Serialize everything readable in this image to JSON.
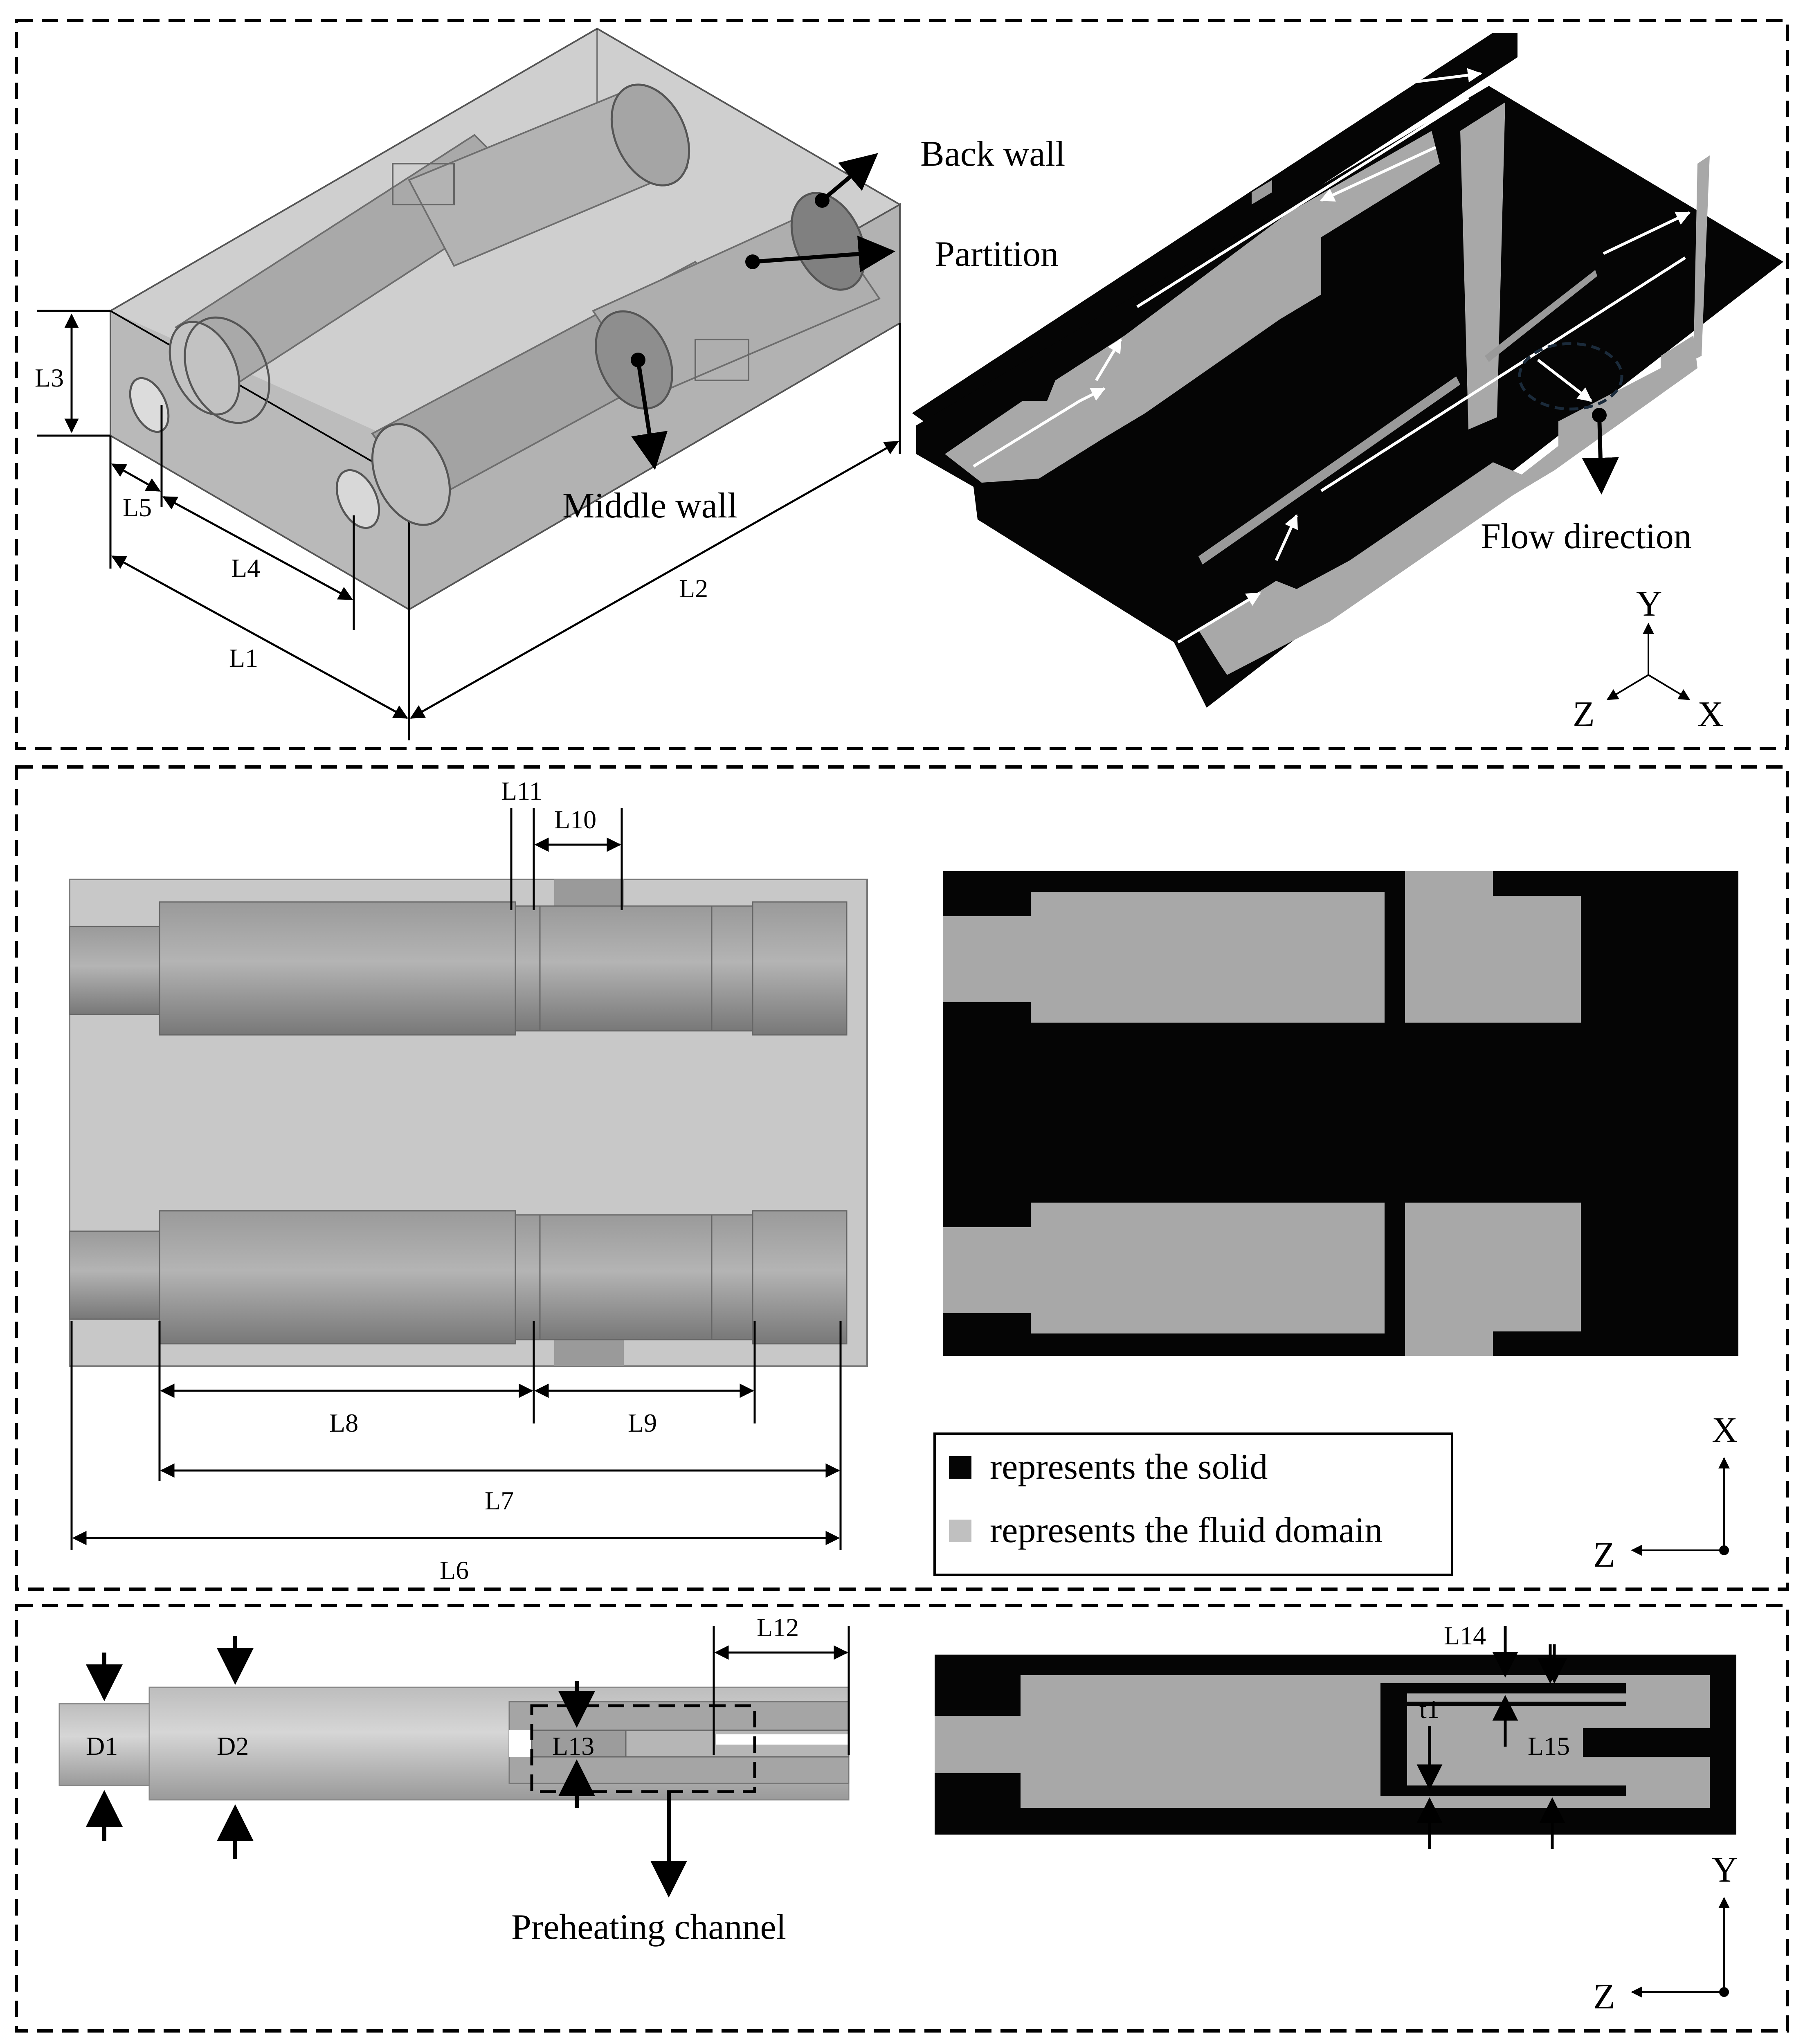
{
  "colors": {
    "solid": "#050505",
    "fluid": "#a8a8a8",
    "metal": "#8c8c8c",
    "housing": "#c8c8c8"
  },
  "panel1": {
    "callouts": {
      "back_wall": "Back wall",
      "partition": "Partition",
      "middle_wall": "Middle wall",
      "flow_direction": "Flow direction"
    },
    "dims": {
      "l1": "L1",
      "l2": "L2",
      "l3": "L3",
      "l4": "L4",
      "l5": "L5"
    },
    "axes": {
      "y": "Y",
      "z": "Z",
      "x": "X"
    }
  },
  "panel2": {
    "dims": {
      "l6": "L6",
      "l7": "L7",
      "l8": "L8",
      "l9": "L9",
      "l10": "L10",
      "l11": "L11"
    },
    "legend": {
      "solid": "represents the solid",
      "fluid": "represents the fluid domain"
    },
    "axes": {
      "x": "X",
      "z": "Z"
    }
  },
  "panel3": {
    "dims": {
      "d1": "D1",
      "d2": "D2",
      "l12": "L12",
      "l13": "L13",
      "l14": "L14",
      "l15": "L15",
      "t1": "t1"
    },
    "callouts": {
      "preheating": "Preheating channel"
    },
    "axes": {
      "y": "Y",
      "z": "Z"
    }
  }
}
